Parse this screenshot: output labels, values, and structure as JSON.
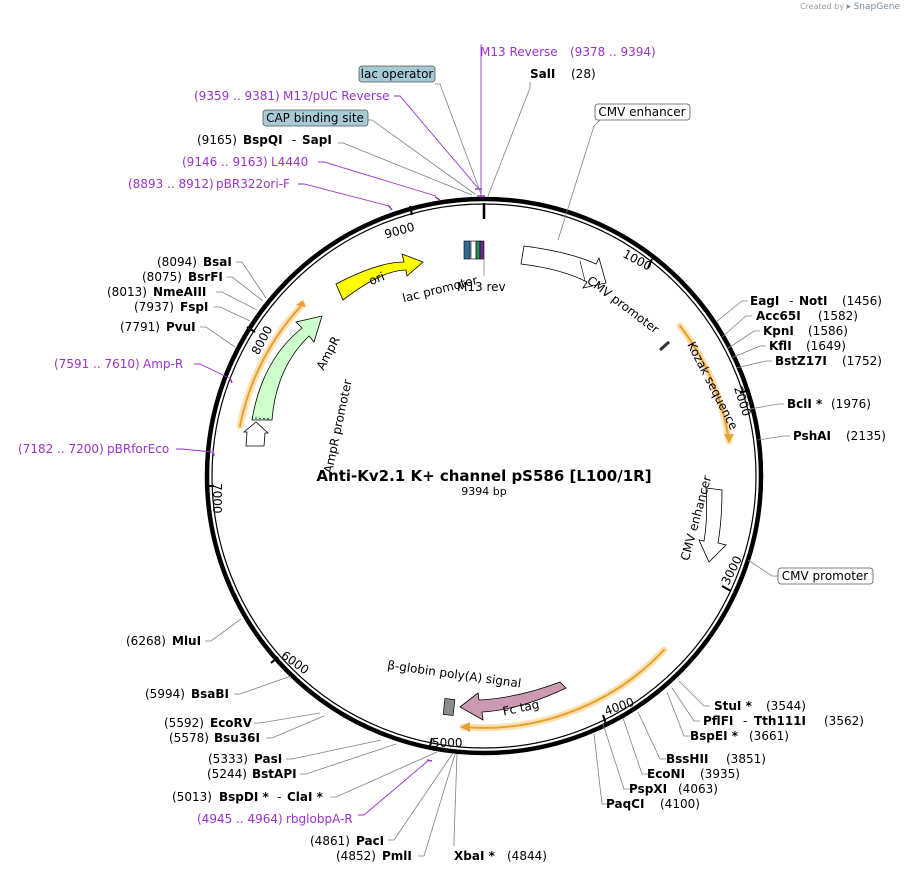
{
  "credit": {
    "text": "Created by",
    "brand": "SnapGene"
  },
  "map": {
    "title": "Anti-Kv2.1 K+ channel pS586 [L100/1R]",
    "subtitle": "9394 bp"
  },
  "ticks": [
    "1000",
    "2000",
    "3000",
    "4000",
    "5000",
    "6000",
    "7000",
    "8000",
    "9000"
  ],
  "enzymes": [
    {
      "name": "SalI",
      "pos": "(28)"
    },
    {
      "name": "EagI",
      "sep": "-",
      "name2": "NotI",
      "pos": "(1456)"
    },
    {
      "name": "Acc65I",
      "pos": "(1582)"
    },
    {
      "name": "KpnI",
      "pos": "(1586)"
    },
    {
      "name": "KflI",
      "pos": "(1649)"
    },
    {
      "name": "BstZ17I",
      "pos": "(1752)"
    },
    {
      "name": "BclI *",
      "pos": "(1976)"
    },
    {
      "name": "PshAI",
      "pos": "(2135)"
    },
    {
      "name": "StuI *",
      "pos": "(3544)"
    },
    {
      "name": "PflFI",
      "sep": "-",
      "name2": "Tth111I",
      "pos": "(3562)"
    },
    {
      "name": "BspEI *",
      "pos": "(3661)"
    },
    {
      "name": "BssHII",
      "pos": "(3851)"
    },
    {
      "name": "EcoNI",
      "pos": "(3935)"
    },
    {
      "name": "PspXI",
      "pos": "(4063)"
    },
    {
      "name": "PaqCI",
      "pos": "(4100)"
    },
    {
      "name": "XbaI *",
      "pos": "(4844)"
    },
    {
      "name": "PmlI",
      "pos": "(4852)"
    },
    {
      "name": "PacI",
      "pos": "(4861)"
    },
    {
      "name": "BspDI *",
      "sep": "-",
      "name2": "ClaI *",
      "pos": "(5013)"
    },
    {
      "name": "BstAPI",
      "pos": "(5244)"
    },
    {
      "name": "PasI",
      "pos": "(5333)"
    },
    {
      "name": "Bsu36I",
      "pos": "(5578)"
    },
    {
      "name": "EcoRV",
      "pos": "(5592)"
    },
    {
      "name": "BsaBI",
      "pos": "(5994)"
    },
    {
      "name": "MluI",
      "pos": "(6268)"
    },
    {
      "name": "PvuI",
      "pos": "(7791)"
    },
    {
      "name": "FspI",
      "pos": "(7937)"
    },
    {
      "name": "NmeAIII",
      "pos": "(8013)"
    },
    {
      "name": "BsrFI",
      "pos": "(8075)"
    },
    {
      "name": "BsaI",
      "pos": "(8094)"
    },
    {
      "name": "BspQI",
      "sep": "-",
      "name2": "SapI",
      "pos": "(9165)"
    }
  ],
  "primers": [
    {
      "name": "M13 Reverse",
      "range": "(9378 .. 9394)"
    },
    {
      "name": "M13/pUC Reverse",
      "range": "(9359 .. 9381)"
    },
    {
      "name": "L4440",
      "range": "(9146 .. 9163)"
    },
    {
      "name": "pBR322ori-F",
      "range": "(8893 .. 8912)"
    },
    {
      "name": "Amp-R",
      "range": "(7591 .. 7610)"
    },
    {
      "name": "pBRforEco",
      "range": "(7182 .. 7200)"
    },
    {
      "name": "rbglobpA-R",
      "range": "(4945 .. 4964)"
    }
  ],
  "boxes": {
    "lac_operator": "lac operator",
    "cap_site": "CAP binding site",
    "cmv_enhancer": "CMV enhancer",
    "cmv_promoter": "CMV promoter"
  },
  "features": {
    "ori": "ori",
    "ampr": "AmpR",
    "ampr_promoter": "AmpR promoter",
    "lac_promoter": "lac promoter",
    "m13_rev": "M13 rev",
    "cmv_promoter": "CMV promoter",
    "kozak": "Kozak sequence",
    "cmv_enhancer": "CMV enhancer",
    "fc_tag": "Fc tag",
    "globin": "β-globin poly(A) signal"
  },
  "colors": {
    "ori": "#ffff00",
    "ampr": "#ccffcc",
    "fc_tag": "#cc99b2",
    "primer": "#9933cc",
    "highlight": "#f7b54a",
    "box_fill": "#a7cbd6"
  }
}
